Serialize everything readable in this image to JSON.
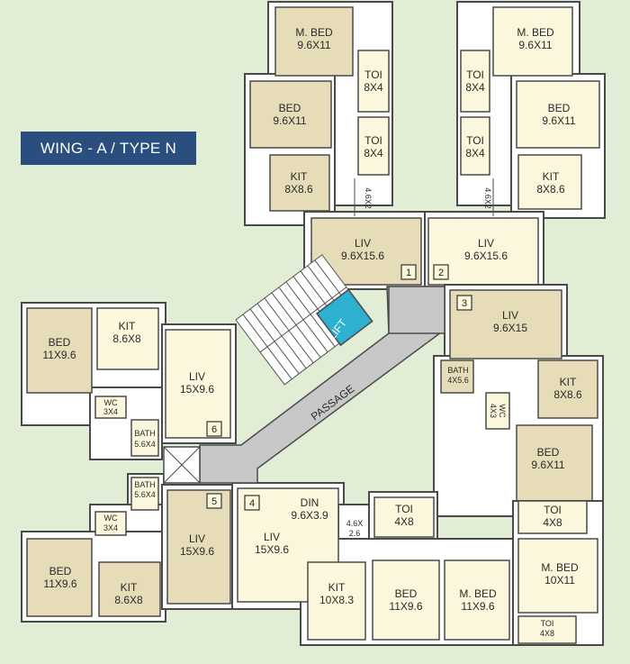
{
  "title": "WING - A / TYPE N",
  "rooms": {
    "top_left": {
      "mbed": {
        "name": "M. BED",
        "size": "9.6X11"
      },
      "toi1": {
        "name": "TOI",
        "size": "8X4"
      },
      "bed": {
        "name": "BED",
        "size": "9.6X11"
      },
      "toi2": {
        "name": "TOI",
        "size": "8X4"
      },
      "kit": {
        "name": "KIT",
        "size": "8X8.6"
      },
      "duct": "4.6X2",
      "liv": {
        "name": "LIV",
        "size": "9.6X15.6"
      }
    },
    "top_right": {
      "mbed": {
        "name": "M. BED",
        "size": "9.6X11"
      },
      "toi1": {
        "name": "TOI",
        "size": "8X4"
      },
      "bed": {
        "name": "BED",
        "size": "9.6X11"
      },
      "toi2": {
        "name": "TOI",
        "size": "8X4"
      },
      "kit": {
        "name": "KIT",
        "size": "8X8.6"
      },
      "duct": "4.6X2",
      "liv": {
        "name": "LIV",
        "size": "9.6X15.6"
      }
    },
    "right": {
      "liv": {
        "name": "LIV",
        "size": "9.6X15"
      },
      "bath": {
        "name": "BATH",
        "size": "4X5.6"
      },
      "wc": {
        "name": "WC",
        "size": "4X3"
      },
      "kit": {
        "name": "KIT",
        "size": "8X8.6"
      },
      "bed": {
        "name": "BED",
        "size": "9.6X11"
      }
    },
    "left_upper": {
      "bed": {
        "name": "BED",
        "size": "11X9.6"
      },
      "kit": {
        "name": "KIT",
        "size": "8.6X8"
      },
      "liv": {
        "name": "LIV",
        "size": "15X9.6"
      },
      "wc": {
        "name": "WC",
        "size": "3X4"
      },
      "bath": {
        "name": "BATH",
        "size": "5.6X4"
      }
    },
    "left_lower": {
      "bath": {
        "name": "BATH",
        "size": "5.6X4"
      },
      "wc": {
        "name": "WC",
        "size": "3X4"
      },
      "liv": {
        "name": "LIV",
        "size": "15X9.6"
      },
      "bed": {
        "name": "BED",
        "size": "11X9.6"
      },
      "kit": {
        "name": "KIT",
        "size": "8.6X8"
      }
    },
    "bottom": {
      "din": {
        "name": "DIN",
        "size": "9.6X3.9"
      },
      "liv": {
        "name": "LIV",
        "size": "15X9.6"
      },
      "duct1": "4.6X",
      "duct2": "2.6",
      "toi1": {
        "name": "TOI",
        "size": "4X8"
      },
      "kit": {
        "name": "KIT",
        "size": "10X8.3"
      },
      "bed": {
        "name": "BED",
        "size": "11X9.6"
      },
      "mbed2": {
        "name": "M. BED",
        "size": "11X9.6"
      },
      "toi2": {
        "name": "TOI",
        "size": "4X8"
      },
      "mbed": {
        "name": "M. BED",
        "size": "10X11"
      },
      "toi3": {
        "name": "TOI",
        "size": "4X8"
      }
    },
    "core": {
      "lift": "LIFT",
      "passage": "PASSAGE"
    }
  },
  "units": [
    "1",
    "2",
    "3",
    "4",
    "5",
    "6"
  ]
}
